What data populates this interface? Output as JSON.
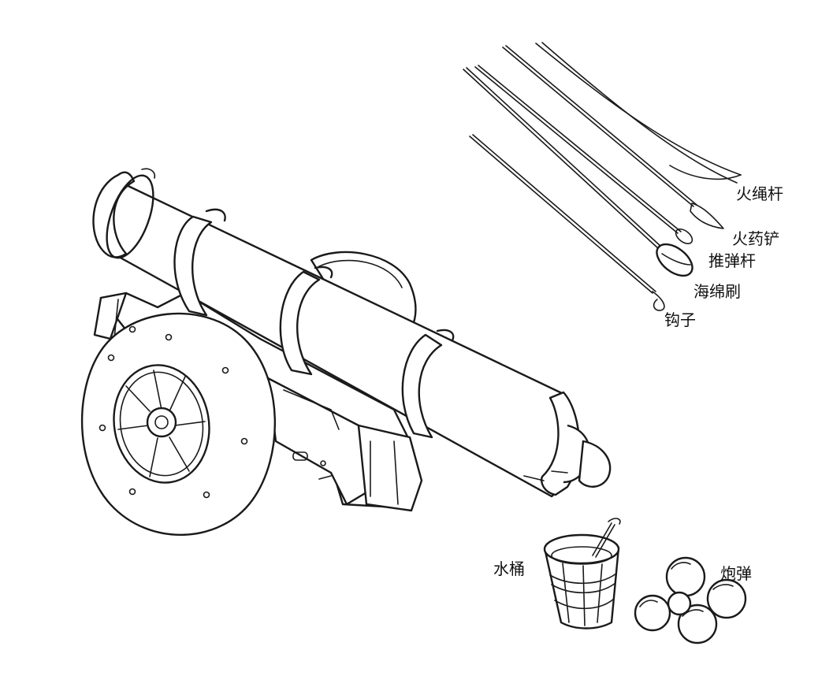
{
  "labels": {
    "linstock": "火绳杆",
    "powder_ladle": "火药铲",
    "rammer": "推弹杆",
    "sponge": "海绵刷",
    "hook": "钩子",
    "bucket": "水桶",
    "cannonballs": "炮弹"
  },
  "colors": {
    "ink": "#1a1a1a",
    "paper": "#ffffff"
  }
}
